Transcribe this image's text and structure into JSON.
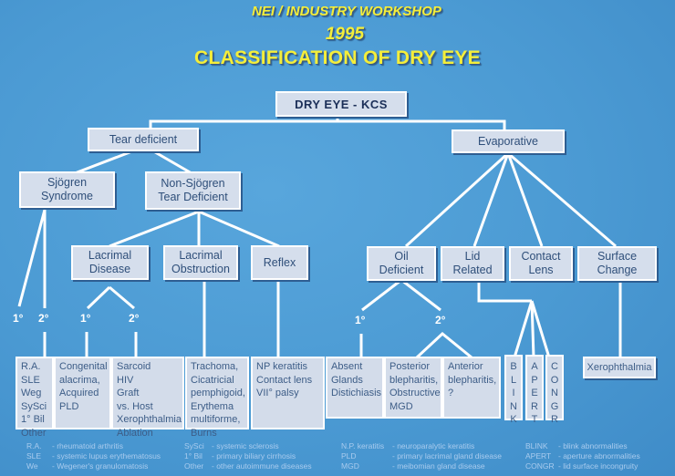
{
  "header": {
    "workshop": "NEI / INDUSTRY WORKSHOP",
    "year": "1995",
    "title": "CLASSIFICATION OF DRY EYE"
  },
  "colors": {
    "background": "#4b9ad3",
    "title_yellow": "#f4ee3a",
    "box_fill": "#d5deec",
    "box_text": "#2f4f7a",
    "lines": "#ffffff",
    "legend_text": "#a9cbee"
  },
  "tree": {
    "root": "DRY EYE - KCS",
    "tear_deficient": "Tear deficient",
    "evaporative": "Evaporative",
    "sjogren": "Sjögren\nSyndrome",
    "non_sjogren": "Non-Sjögren\nTear Deficient",
    "lacrimal_disease": "Lacrimal\nDisease",
    "lacrimal_obstruction": "Lacrimal\nObstruction",
    "reflex": "Reflex",
    "oil_deficient": "Oil\nDeficient",
    "lid_related": "Lid\nRelated",
    "contact_lens": "Contact\nLens",
    "surface_change": "Surface\nChange",
    "primary": "1°",
    "secondary": "2°"
  },
  "leaves": {
    "sjogren_secondary": "R.A.\n SLE\n Weg\n SySci\n 1° Bil\n Other",
    "lacrimal_primary": "Congenital\n alacrima,\nAcquired\n PLD",
    "lacrimal_secondary": "Sarcoid\nHIV\nGraft\n vs. Host\nXerophthalmia\nAblation",
    "obstruction": "Trachoma,\nCicatricial\n pemphigoid,\nErythema\n multiforme,\nBurns",
    "reflex": "NP keratitis\nContact lens\nVII° palsy",
    "oil_primary": "Absent\nGlands\nDistichiasis",
    "oil_secondary_posterior": "Posterior\n blepharitis,\nObstructive\n MGD",
    "oil_secondary_anterior": "Anterior\n blepharitis,\n ?",
    "blink": [
      "B",
      "L",
      "I",
      "N",
      "K"
    ],
    "apert": [
      "A",
      "P",
      "E",
      "R",
      "T"
    ],
    "congr": [
      "C",
      "O",
      "N",
      "G",
      "R"
    ],
    "surface": "Xerophthalmia"
  },
  "legend": {
    "col1": [
      {
        "abbr": "R.A.",
        "desc": "- rheumatoid arthritis"
      },
      {
        "abbr": "SLE",
        "desc": "- systemic lupus erythematosus"
      },
      {
        "abbr": "We",
        "desc": "- Wegener's granulomatosis"
      }
    ],
    "col2": [
      {
        "abbr": "SySci",
        "desc": "- systemic sclerosis"
      },
      {
        "abbr": "1° Bil",
        "desc": "- primary biliary cirrhosis"
      },
      {
        "abbr": "Other",
        "desc": "- other autoimmune diseases"
      }
    ],
    "col3": [
      {
        "abbr": "N.P. keratitis",
        "desc": "- neuroparalytic keratitis"
      },
      {
        "abbr": "PLD",
        "desc": "- primary lacrimal gland disease"
      },
      {
        "abbr": "MGD",
        "desc": "- meibomian gland disease"
      }
    ],
    "col4": [
      {
        "abbr": "BLINK",
        "desc": "- blink abnormalities"
      },
      {
        "abbr": "APERT",
        "desc": "- aperture abnormalities"
      },
      {
        "abbr": "CONGR",
        "desc": "- lid surface incongruity"
      }
    ]
  }
}
